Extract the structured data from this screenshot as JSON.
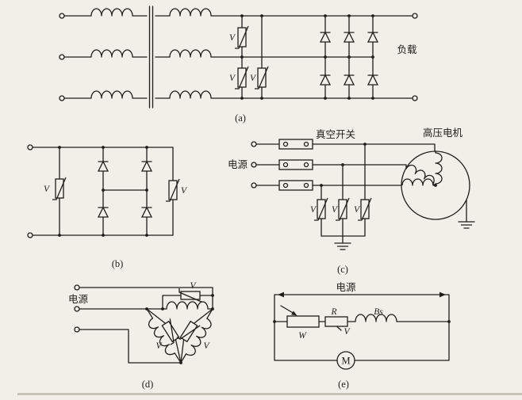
{
  "canvas": {
    "bg": "#f2efe8",
    "ink": "#1f1d1a",
    "scan_edge": "#b3ada1"
  },
  "labels": {
    "caption_a": "(a)",
    "caption_b": "(b)",
    "caption_c": "(c)",
    "caption_d": "(d)",
    "caption_e": "(e)",
    "load": "负载",
    "power_source": "电源",
    "vacuum_switch": "真空开关",
    "hv_motor": "高压电机",
    "varistor": "V",
    "rheostat": "W",
    "resistor": "R",
    "winding": "Bs",
    "motor": "M"
  }
}
